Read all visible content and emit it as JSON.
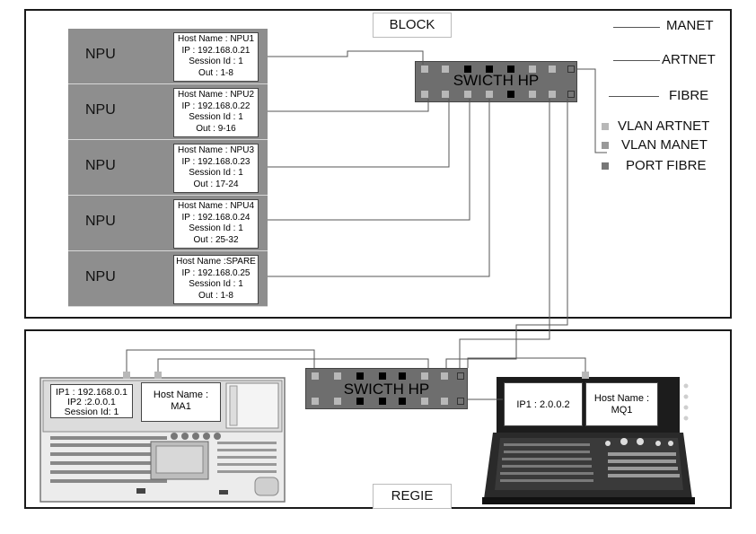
{
  "zones": {
    "block_label": "BLOCK",
    "regie_label": "REGIE"
  },
  "npus": [
    {
      "title": "NPU",
      "host": "Host Name : NPU1",
      "ip": "IP : 192.168.0.21",
      "session": "Session Id : 1",
      "out": "Out : 1-8"
    },
    {
      "title": "NPU",
      "host": "Host Name : NPU2",
      "ip": "IP : 192.168.0.22",
      "session": "Session Id : 1",
      "out": "Out : 9-16"
    },
    {
      "title": "NPU",
      "host": "Host Name : NPU3",
      "ip": "IP : 192.168.0.23",
      "session": "Session Id : 1",
      "out": "Out : 17-24"
    },
    {
      "title": "NPU",
      "host": "Host Name : NPU4",
      "ip": "IP : 192.168.0.24",
      "session": "Session Id : 1",
      "out": "Out : 25-32"
    },
    {
      "title": "NPU",
      "host": "Host Name :SPARE",
      "ip": "IP : 192.168.0.25",
      "session": "Session Id : 1",
      "out": "Out : 1-8"
    }
  ],
  "switches": {
    "block_label": "SWICTH HP",
    "regie_label": "SWICTH HP"
  },
  "legend": {
    "manet": "MANET",
    "artnet": "ARTNET",
    "fibre": "FIBRE",
    "vlan_artnet": "VLAN ARTNET",
    "vlan_manet": "VLAN MANET",
    "port_fibre": "PORT FIBRE"
  },
  "consoles": {
    "ma1": {
      "ip1": "IP1 : 192.168.0.1",
      "ip2": "IP2 :2.0.0.1",
      "session": "Session Id: 1",
      "host_line1": "Host Name :",
      "host_line2": "MA1"
    },
    "mq1": {
      "ip1": "IP1 : 2.0.0.2",
      "host_line1": "Host Name :",
      "host_line2": "MQ1"
    }
  },
  "colors": {
    "npu_panel": "#8e8e8e",
    "switch_body": "#6e6e6e",
    "port_vlan_artnet": "#b8b8b8",
    "port_vlan_manet": "#999999",
    "port_fibre": "#777777",
    "port_active": "#000000",
    "cable": "#555555"
  }
}
